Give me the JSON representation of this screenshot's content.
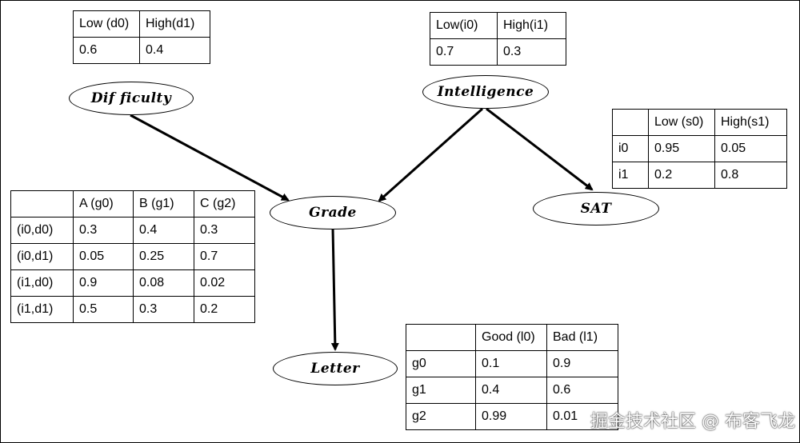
{
  "nodes": {
    "difficulty": "Dif ficulty",
    "intelligence": "Intelligence",
    "grade": "Grade",
    "sat": "SAT",
    "letter": "Letter"
  },
  "tables": {
    "difficulty": {
      "header": [
        "Low (d0)",
        "High(d1)"
      ],
      "rows": [
        [
          "0.6",
          "0.4"
        ]
      ]
    },
    "intelligence": {
      "header": [
        "Low(i0)",
        "High(i1)"
      ],
      "rows": [
        [
          "0.7",
          "0.3"
        ]
      ]
    },
    "sat": {
      "header": [
        "",
        "Low (s0)",
        "High(s1)"
      ],
      "rows": [
        [
          "i0",
          "0.95",
          "0.05"
        ],
        [
          "i1",
          "0.2",
          "0.8"
        ]
      ]
    },
    "grade": {
      "header": [
        "",
        "A (g0)",
        "B (g1)",
        "C (g2)"
      ],
      "rows": [
        [
          "(i0,d0)",
          "0.3",
          "0.4",
          "0.3"
        ],
        [
          "(i0,d1)",
          "0.05",
          "0.25",
          "0.7"
        ],
        [
          "(i1,d0)",
          "0.9",
          "0.08",
          "0.02"
        ],
        [
          "(i1,d1)",
          "0.5",
          "0.3",
          "0.2"
        ]
      ]
    },
    "letter": {
      "header": [
        "",
        "Good (l0)",
        "Bad (l1)"
      ],
      "rows": [
        [
          "g0",
          "0.1",
          "0.9"
        ],
        [
          "g1",
          "0.4",
          "0.6"
        ],
        [
          "g2",
          "0.99",
          "0.01"
        ]
      ]
    }
  },
  "watermark": "掘金技术社区 @ 布客飞龙"
}
